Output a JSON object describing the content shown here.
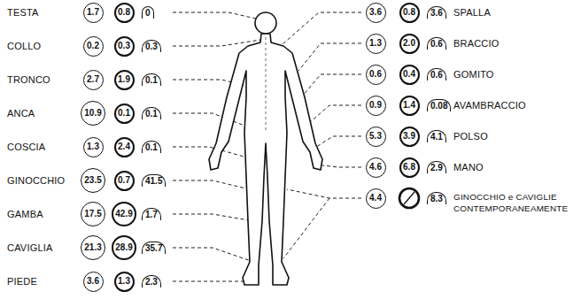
{
  "diagram": {
    "nodes": [
      {
        "text": [
          "1.7"
        ]
      },
      {
        "text": [
          "0.8"
        ]
      },
      {
        "text": [
          "0.2"
        ]
      },
      {
        "text": [
          "0.3"
        ]
      },
      {
        "text": [
          "2.7"
        ]
      },
      {
        "text": [
          "1.9"
        ]
      },
      {
        "text": [
          "10.9"
        ]
      },
      {
        "text": [
          "0.1"
        ]
      },
      {
        "text": [
          "1.3"
        ]
      },
      {
        "text": [
          "2.4"
        ]
      },
      {
        "text": [
          "23.5"
        ]
      },
      {
        "text": [
          "0.7"
        ]
      },
      {
        "text": [
          "17.5"
        ]
      },
      {
        "text": [
          "42.9"
        ]
      },
      {
        "text": [
          "21.3"
        ]
      },
      {
        "text": [
          "28.9"
        ]
      },
      {
        "text": [
          "3.6"
        ]
      },
      {
        "text": [
          "1.3"
        ]
      },
      {
        "text": [
          "3.6"
        ]
      },
      {
        "text": [
          "0.8"
        ]
      },
      {
        "text": [
          "1.3"
        ]
      },
      {
        "text": [
          "2.0"
        ]
      },
      {
        "text": [
          "0.6"
        ]
      },
      {
        "text": [
          "0.4"
        ]
      },
      {
        "text": [
          "0.9"
        ]
      },
      {
        "text": [
          "1.4"
        ]
      },
      {
        "text": [
          "5.3"
        ]
      },
      {
        "text": [
          "3.9"
        ]
      },
      {
        "text": [
          "4.6"
        ]
      },
      {
        "text": [
          "6.8"
        ]
      },
      {
        "text": [
          "4.4"
        ]
      }
    ],
    "labels": [
      "TESTA",
      "0",
      "COLLO",
      "0.3",
      "TRONCO",
      "0.1",
      "ANCA",
      "0.1",
      "COSCIA",
      "0.1",
      "GINOCCHIO",
      "41.5",
      "GAMBA",
      "1.7",
      "CAVIGLIA",
      "35.7",
      "PIEDE",
      "2.3",
      "3.6",
      "SPALLA",
      "0.6",
      "BRACCIO",
      "0.6",
      "GOMITO",
      "0.08",
      "AVAMBRACCIO",
      "4.1",
      "POLSO",
      "2.9",
      "MANO",
      "8.3",
      "GINOCCHIO e CAVIGLIE CONTEMPORANEAMENTE"
    ]
  }
}
